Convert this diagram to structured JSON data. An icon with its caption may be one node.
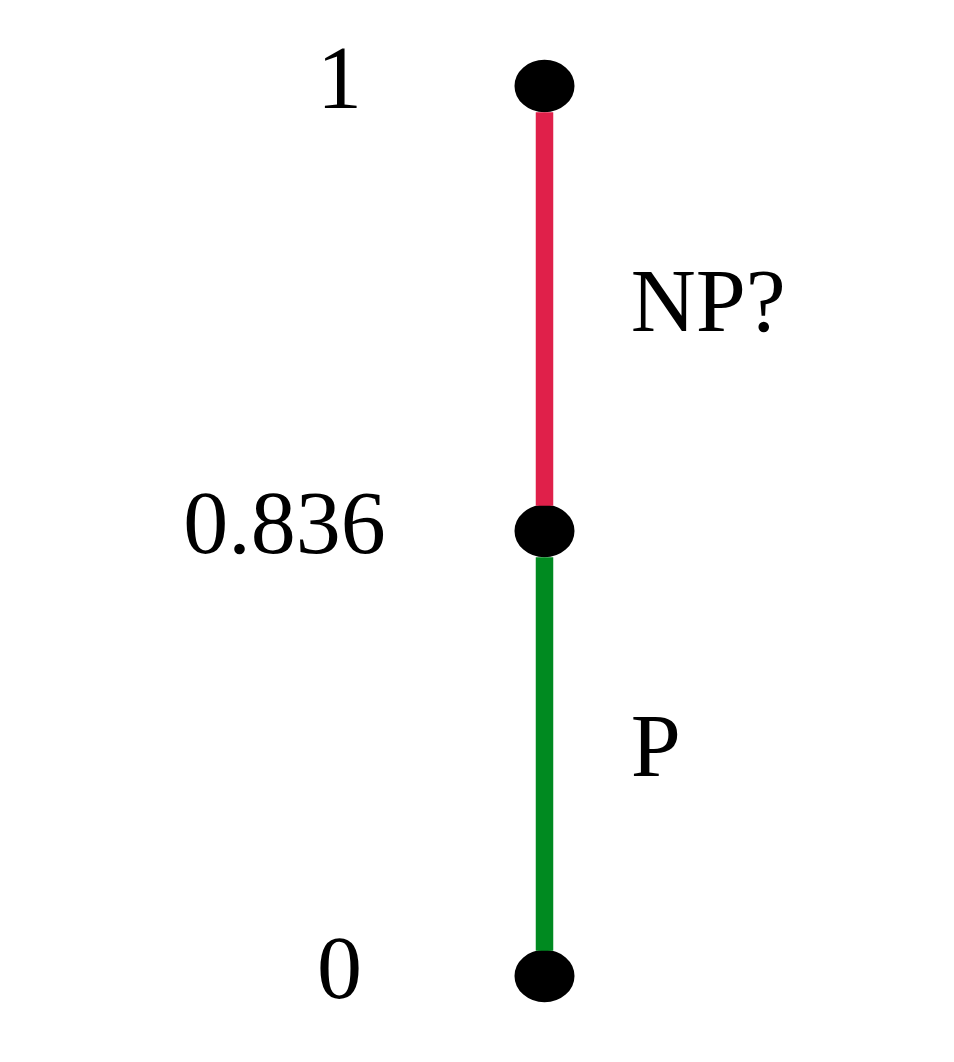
{
  "diagram": {
    "nodes": [
      {
        "text": [],
        "shape": "circle",
        "beside": [
          "1"
        ]
      },
      {
        "text": [],
        "shape": "circle",
        "beside": [
          "0.836"
        ]
      },
      {
        "text": [],
        "shape": "circle",
        "beside": [
          "0"
        ]
      }
    ],
    "edges": [
      {
        "from": 0,
        "to": 1,
        "arrow": "none",
        "label": "NP?",
        "color": "#e0204a"
      },
      {
        "from": 1,
        "to": 2,
        "arrow": "none",
        "label": "P",
        "color": "#008a20"
      }
    ]
  }
}
